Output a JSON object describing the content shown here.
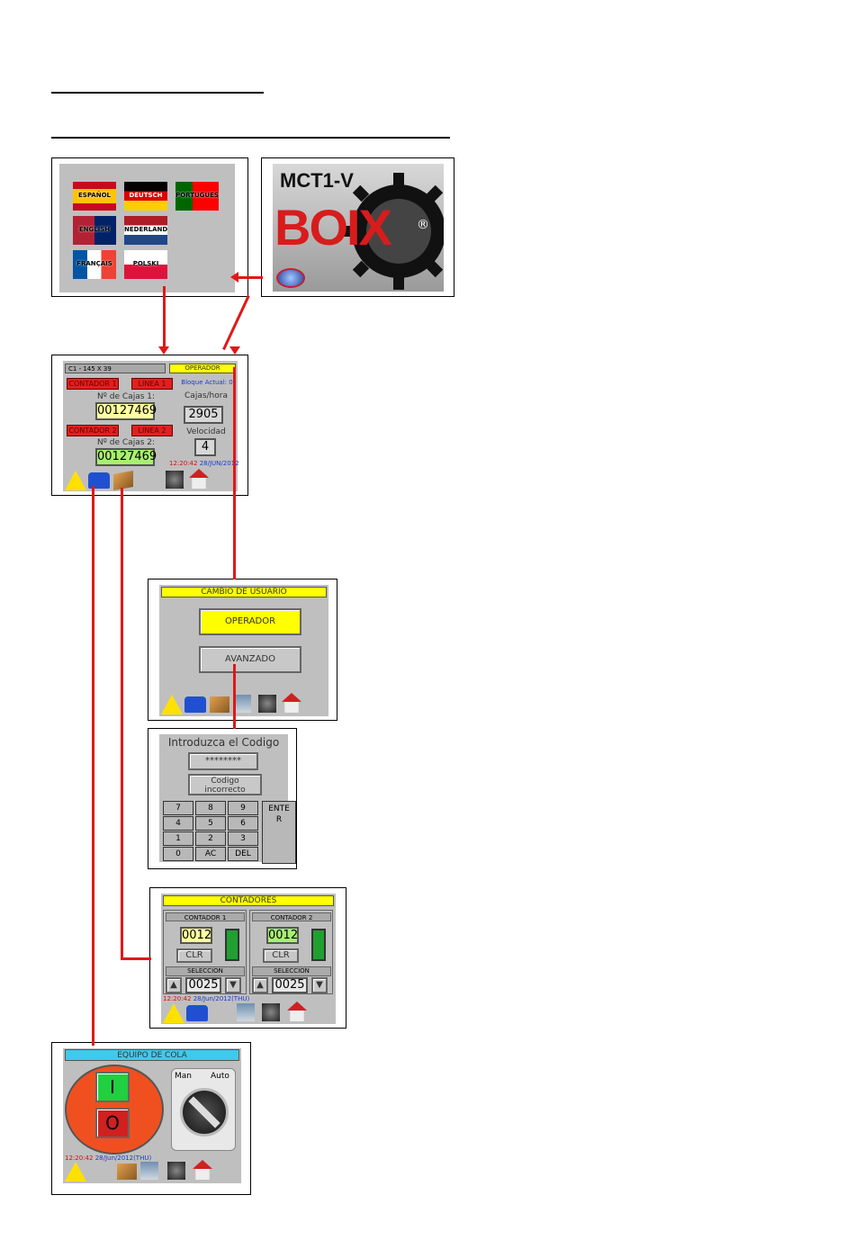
{
  "splash": {
    "title": "MCT1-V",
    "brand": "BOIX",
    "registered": "®"
  },
  "languages": [
    "ESPAÑOL",
    "DEUTSCH",
    "PORTUGUES",
    "ENGLISH",
    "NEDERLANDS",
    "FRANÇAIS",
    "POLSKI"
  ],
  "main": {
    "header_left": "C1 - 145 X 39",
    "header_right": "OPERADOR",
    "contador1": "CONTADOR 1",
    "linea1": "LINEA 1",
    "contador2": "CONTADOR 2",
    "linea2": "LINEA 2",
    "bloque": "Bloque Actual: 0",
    "cajas1_label": "Nº de Cajas 1:",
    "cajas1_value": "00127469",
    "cajas2_label": "Nº de Cajas 2:",
    "cajas2_value": "00127469",
    "cajas_hora_label": "Cajas/hora",
    "cajas_hora_value": "2905",
    "velocidad_label": "Velocidad",
    "velocidad_value": "4",
    "time": "12:20:42",
    "date": "28/JUN/2012"
  },
  "cambio": {
    "title": "CAMBIO DE USUARIO",
    "operador": "OPERADOR",
    "avanzado": "AVANZADO"
  },
  "codigo": {
    "title": "Introduzca el Codigo",
    "password": "********",
    "status": "Codigo incorrecto",
    "keys": [
      "7",
      "8",
      "9",
      "4",
      "5",
      "6",
      "1",
      "2",
      "3",
      "0",
      "AC",
      "DEL"
    ],
    "enter": "ENTER"
  },
  "contadores": {
    "title": "CONTADORES",
    "c1_title": "CONTADOR 1",
    "c1_value": "0012",
    "c2_title": "CONTADOR 2",
    "c2_value": "0012",
    "clr": "CLR",
    "seleccion": "SELECCION",
    "sel1_value": "0025",
    "sel2_value": "0025",
    "time": "12:20:42",
    "date": "28/Jun/2012(THU)"
  },
  "cola": {
    "title": "EQUIPO DE COLA",
    "on": "I",
    "off": "O",
    "man": "Man",
    "auto": "Auto",
    "time": "12:20:42",
    "date": "28/Jun/2012(THU)"
  },
  "colors": {
    "accent_red": "#e01818",
    "yellow": "#ffff00",
    "cyan": "#40c8f0",
    "screen_grey": "#bfbfbf"
  }
}
